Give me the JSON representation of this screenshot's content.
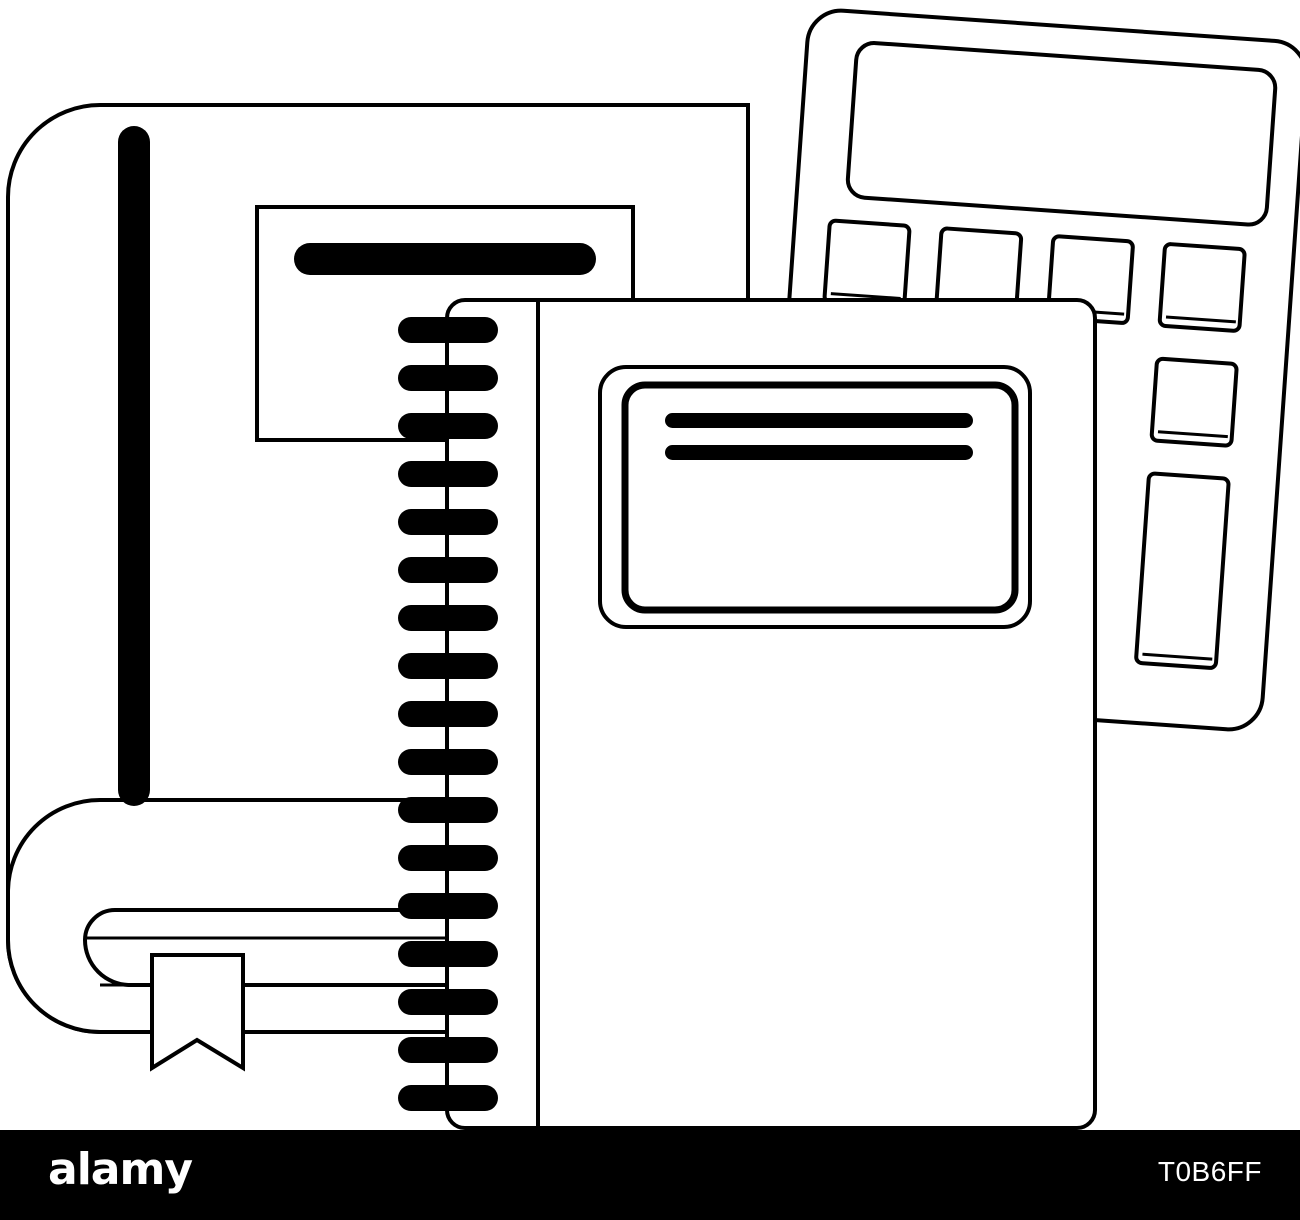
{
  "colors": {
    "ink": "#000000",
    "paper": "#ffffff",
    "footer_bg": "#000000",
    "footer_text": "#ffffff"
  },
  "illustration": {
    "objects": [
      "bookmarked-book",
      "spiral-notebook",
      "calculator"
    ],
    "icons": [
      "bookmark-icon",
      "spiral-binding-icon",
      "calculator-key-icon"
    ]
  },
  "footer": {
    "brand": "alamy",
    "image_id": "T0B6FF"
  }
}
